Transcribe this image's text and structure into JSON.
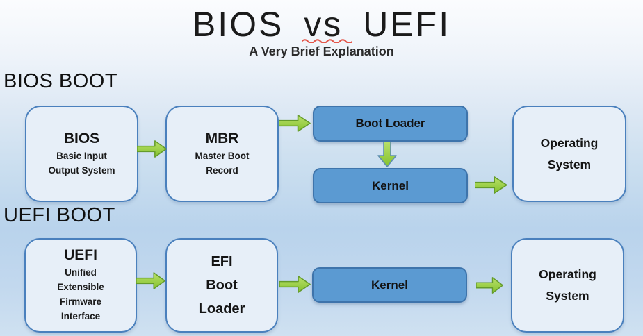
{
  "colors": {
    "accent_green": "#8dc63f",
    "accent_green_border": "#649b2b",
    "box_light_fill": "#e7eff8",
    "box_light_border": "#4a80bd",
    "box_dark_fill": "#5b9ad2",
    "box_dark_border": "#3e74ab",
    "text_dark": "#1c1c1c",
    "squiggle_red": "#e3574b"
  },
  "header": {
    "title_left": "BIOS",
    "title_vs": "vs",
    "title_right": "UEFI",
    "subtitle": "A Very Brief Explanation"
  },
  "bios_flow": {
    "heading": "BIOS BOOT",
    "bios_title": "BIOS",
    "bios_subtitle": "Basic Input Output System",
    "mbr_title": "MBR",
    "mbr_subtitle": "Master Boot Record",
    "boot_loader_label": "Boot Loader",
    "kernel_label": "Kernel",
    "os_label": "Operating System"
  },
  "uefi_flow": {
    "heading": "UEFI BOOT",
    "uefi_title": "UEFI",
    "uefi_subtitle": "Unified Extensible Firmware Interface",
    "efi_boot_loader_label": "EFI Boot Loader",
    "kernel_label": "Kernel",
    "os_label": "Operating System"
  }
}
